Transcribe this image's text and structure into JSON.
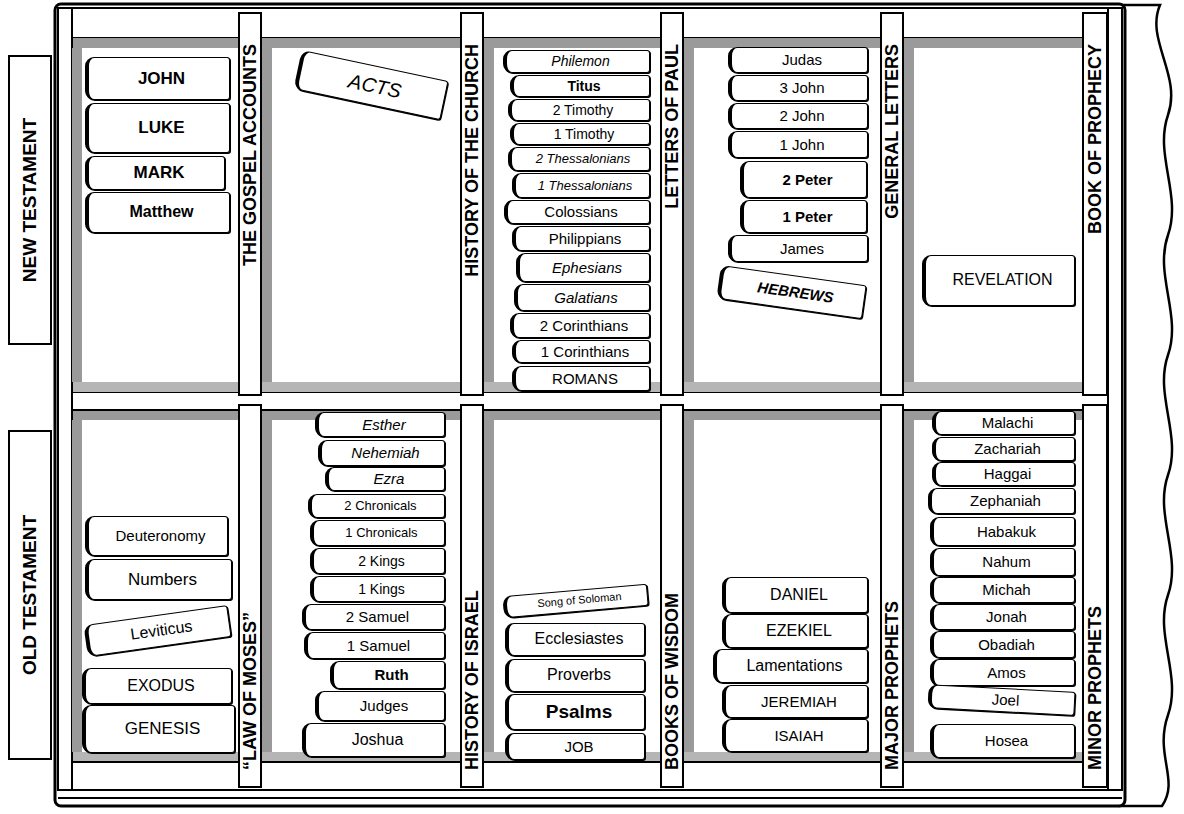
{
  "diagram": {
    "nodes": [
      {
        "text": [
          "NEW TESTAMENT"
        ]
      },
      {
        "text": [
          "THE GOSPEL ACCOUNTS"
        ]
      },
      {
        "text": [
          "JOHN"
        ]
      },
      {
        "text": [
          "LUKE"
        ]
      },
      {
        "text": [
          "MARK"
        ]
      },
      {
        "text": [
          "Matthew"
        ]
      },
      {
        "text": [
          "HISTORY OF THE CHURCH"
        ]
      },
      {
        "text": [
          "ACTS"
        ]
      },
      {
        "text": [
          "LETTERS OF PAUL"
        ]
      },
      {
        "text": [
          "Philemon"
        ]
      },
      {
        "text": [
          "Titus"
        ]
      },
      {
        "text": [
          "2 Timothy"
        ]
      },
      {
        "text": [
          "1 Timothy"
        ]
      },
      {
        "text": [
          "2 Thessalonians"
        ]
      },
      {
        "text": [
          "1 Thessalonians"
        ]
      },
      {
        "text": [
          "Colossians"
        ]
      },
      {
        "text": [
          "Philippians"
        ]
      },
      {
        "text": [
          "Ephesians"
        ]
      },
      {
        "text": [
          "Galatians"
        ]
      },
      {
        "text": [
          "2 Corinthians"
        ]
      },
      {
        "text": [
          "1 Corinthians"
        ]
      },
      {
        "text": [
          "ROMANS"
        ]
      },
      {
        "text": [
          "GENERAL LETTERS"
        ]
      },
      {
        "text": [
          "Judas"
        ]
      },
      {
        "text": [
          "3 John"
        ]
      },
      {
        "text": [
          "2 John"
        ]
      },
      {
        "text": [
          "1 John"
        ]
      },
      {
        "text": [
          "2 Peter"
        ]
      },
      {
        "text": [
          "1 Peter"
        ]
      },
      {
        "text": [
          "James"
        ]
      },
      {
        "text": [
          "HEBREWS"
        ]
      },
      {
        "text": [
          "BOOK OF PROPHECY"
        ]
      },
      {
        "text": [
          "REVELATION"
        ]
      },
      {
        "text": [
          "OLD TESTAMENT"
        ]
      },
      {
        "text": [
          "“LAW OF MOSES”"
        ]
      },
      {
        "text": [
          "Deuteronomy"
        ]
      },
      {
        "text": [
          "Numbers"
        ]
      },
      {
        "text": [
          "Leviticus"
        ]
      },
      {
        "text": [
          "EXODUS"
        ]
      },
      {
        "text": [
          "GENESIS"
        ]
      },
      {
        "text": [
          "HISTORY OF ISRAEL"
        ]
      },
      {
        "text": [
          "Esther"
        ]
      },
      {
        "text": [
          "Nehemiah"
        ]
      },
      {
        "text": [
          "Ezra"
        ]
      },
      {
        "text": [
          "2 Chronicals"
        ]
      },
      {
        "text": [
          "1 Chronicals"
        ]
      },
      {
        "text": [
          "2 Kings"
        ]
      },
      {
        "text": [
          "1 Kings"
        ]
      },
      {
        "text": [
          "2 Samuel"
        ]
      },
      {
        "text": [
          "1 Samuel"
        ]
      },
      {
        "text": [
          "Ruth"
        ]
      },
      {
        "text": [
          "Judges"
        ]
      },
      {
        "text": [
          "Joshua"
        ]
      },
      {
        "text": [
          "BOOKS OF WISDOM"
        ]
      },
      {
        "text": [
          "Song of Soloman"
        ]
      },
      {
        "text": [
          "Ecclesiastes"
        ]
      },
      {
        "text": [
          "Proverbs"
        ]
      },
      {
        "text": [
          "Psalms"
        ]
      },
      {
        "text": [
          "JOB"
        ]
      },
      {
        "text": [
          "MAJOR PROPHETS"
        ]
      },
      {
        "text": [
          "DANIEL"
        ]
      },
      {
        "text": [
          "EZEKIEL"
        ]
      },
      {
        "text": [
          "Lamentations"
        ]
      },
      {
        "text": [
          "JEREMIAH"
        ]
      },
      {
        "text": [
          "ISAIAH"
        ]
      },
      {
        "text": [
          "MINOR PROPHETS"
        ]
      },
      {
        "text": [
          "Malachi"
        ]
      },
      {
        "text": [
          "Zachariah"
        ]
      },
      {
        "text": [
          "Haggai"
        ]
      },
      {
        "text": [
          "Zephaniah"
        ]
      },
      {
        "text": [
          "Habakuk"
        ]
      },
      {
        "text": [
          "Nahum"
        ]
      },
      {
        "text": [
          "Michah"
        ]
      },
      {
        "text": [
          "Jonah"
        ]
      },
      {
        "text": [
          "Obadiah"
        ]
      },
      {
        "text": [
          "Amos"
        ]
      },
      {
        "text": [
          "Joel"
        ]
      },
      {
        "text": [
          "Hosea"
        ]
      }
    ]
  }
}
